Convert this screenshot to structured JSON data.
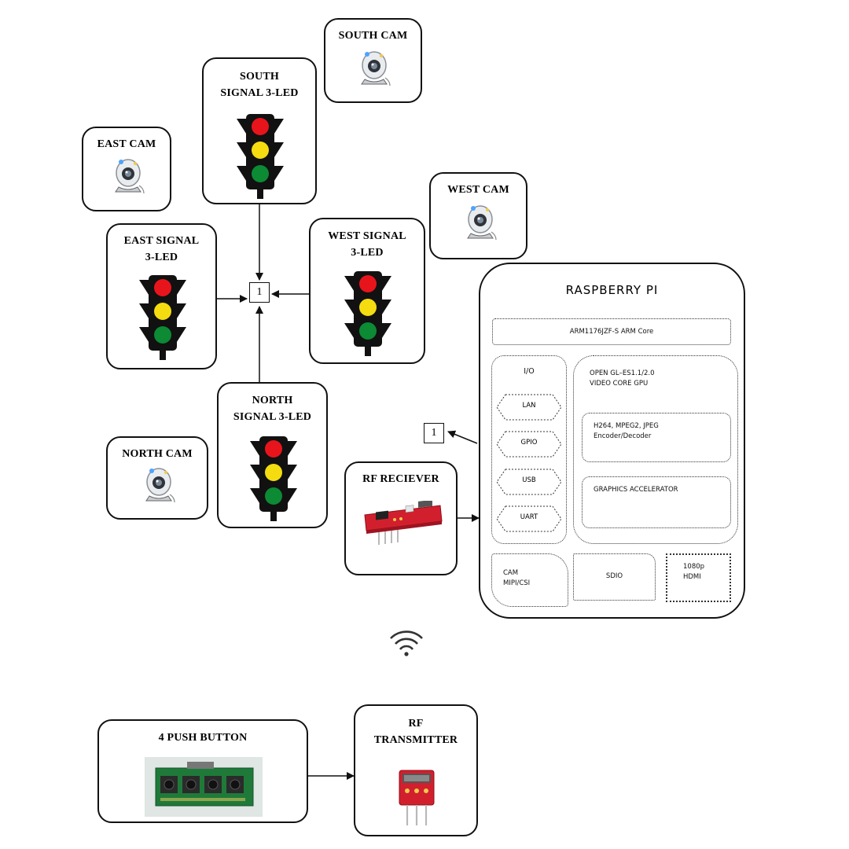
{
  "south_cam": {
    "label": "SOUTH CAM",
    "icon": "webcam-icon"
  },
  "east_cam": {
    "label": "EAST CAM",
    "icon": "webcam-icon"
  },
  "west_cam": {
    "label": "WEST CAM",
    "icon": "webcam-icon"
  },
  "north_cam": {
    "label": "NORTH CAM",
    "icon": "webcam-icon"
  },
  "south_signal": {
    "label": "SOUTH\nSIGNAL 3-LED",
    "icon": "traffic-light-icon"
  },
  "east_signal": {
    "label": "EAST SIGNAL\n3-LED",
    "icon": "traffic-light-icon"
  },
  "west_signal": {
    "label": "WEST SIGNAL\n3-LED",
    "icon": "traffic-light-icon"
  },
  "north_signal": {
    "label": "NORTH\nSIGNAL 3-LED",
    "icon": "traffic-light-icon"
  },
  "junction": {
    "label": "1"
  },
  "pi_output": {
    "label": "1"
  },
  "raspberry_pi": {
    "title": "RASPBERRY  PI",
    "arm_core": "ARM1176JZF-S  ARM Core",
    "io": {
      "title": "I/O",
      "ports": [
        "LAN",
        "GPIO",
        "USB",
        "UART"
      ]
    },
    "gpu": {
      "title": "OPEN  GL–ES1.1/2.0\nVIDEO CORE  GPU",
      "codec": "H264,  MPEG2,  JPEG\nEncoder/Decoder",
      "accelerator": "GRAPHICS  ACCELERATOR"
    },
    "cam": "CAM\nMIPI/CSI",
    "sdio": "SDIO",
    "hdmi": "1080p\nHDMI"
  },
  "rf_receiver": {
    "label": "RF RECIEVER",
    "icon": "rf-receiver-module-icon"
  },
  "rf_transmitter": {
    "label": "RF\nTRANSMITTER",
    "icon": "rf-transmitter-module-icon"
  },
  "push_button": {
    "label": "4 PUSH BUTTON",
    "icon": "push-button-board-icon"
  },
  "wireless": {
    "icon": "wifi-icon"
  },
  "colors": {
    "red": "#e8141c",
    "yellow": "#f4dc10",
    "green": "#0c8a34",
    "pcb_red": "#d21f2e",
    "pcb_green": "#1f7a3a"
  }
}
